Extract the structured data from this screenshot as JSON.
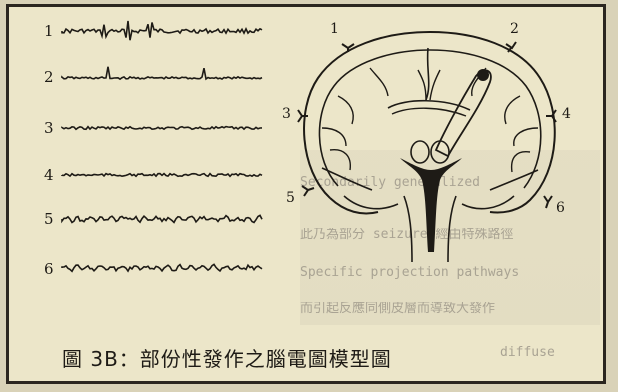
{
  "caption": "圖 3B：部份性發作之腦電圖模型圖",
  "eeg_traces": [
    {
      "label": "1",
      "pattern": "small-spikes"
    },
    {
      "label": "2",
      "pattern": "isolated-spikes"
    },
    {
      "label": "3",
      "pattern": "flat"
    },
    {
      "label": "4",
      "pattern": "flat"
    },
    {
      "label": "5",
      "pattern": "wavy"
    },
    {
      "label": "6",
      "pattern": "wavy"
    }
  ],
  "electrodes": [
    "1",
    "2",
    "3",
    "4",
    "5",
    "6"
  ],
  "bleed_text": [
    "Secondarily generalized",
    "此乃為部分 seizure 經由特殊路徑",
    "Specific projection pathways",
    "而引起反應同側皮層而導致大發作",
    "diffuse"
  ],
  "colors": {
    "ink": "#1e1b16",
    "paper": "#ece6c9",
    "page": "#d9d2b8"
  }
}
